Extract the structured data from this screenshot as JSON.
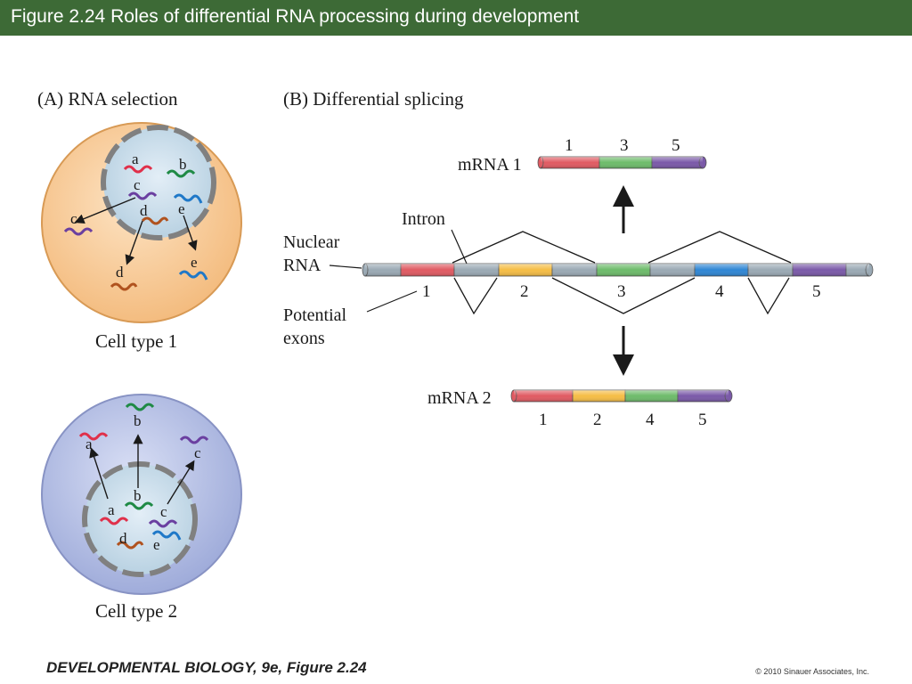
{
  "header": {
    "title": "Figure 2.24  Roles of differential RNA processing during development"
  },
  "panel_a": {
    "heading": "(A)  RNA selection",
    "cell1": {
      "caption": "Cell type 1",
      "nucleus_labels": [
        "a",
        "b",
        "c",
        "d",
        "e"
      ],
      "exported_labels": [
        "c",
        "d",
        "e"
      ]
    },
    "cell2": {
      "caption": "Cell type 2",
      "nucleus_labels": [
        "a",
        "b",
        "c",
        "d",
        "e"
      ],
      "exported_labels": [
        "a",
        "b",
        "c"
      ]
    }
  },
  "panel_b": {
    "heading": "(B)  Differential splicing",
    "nuclear_rna_label": [
      "Nuclear",
      "RNA"
    ],
    "intron_label": "Intron",
    "potential_exons_label": [
      "Potential",
      "exons"
    ],
    "exon_numbers": [
      "1",
      "2",
      "3",
      "4",
      "5"
    ],
    "mrna1": {
      "label": "mRNA 1",
      "exons": [
        "1",
        "3",
        "5"
      ]
    },
    "mrna2": {
      "label": "mRNA 2",
      "exons": [
        "1",
        "2",
        "4",
        "5"
      ]
    }
  },
  "colors": {
    "exon1": "#e05a62",
    "exon2": "#f5bd45",
    "exon3": "#6dbb6a",
    "exon4": "#2f86d4",
    "exon5": "#7a59a8",
    "intron": "#9aa9b4",
    "header_bg": "#3d6a36"
  },
  "footer": {
    "book": "DEVELOPMENTAL BIOLOGY, 9e, Figure 2.24",
    "copyright": "© 2010 Sinauer Associates, Inc."
  }
}
